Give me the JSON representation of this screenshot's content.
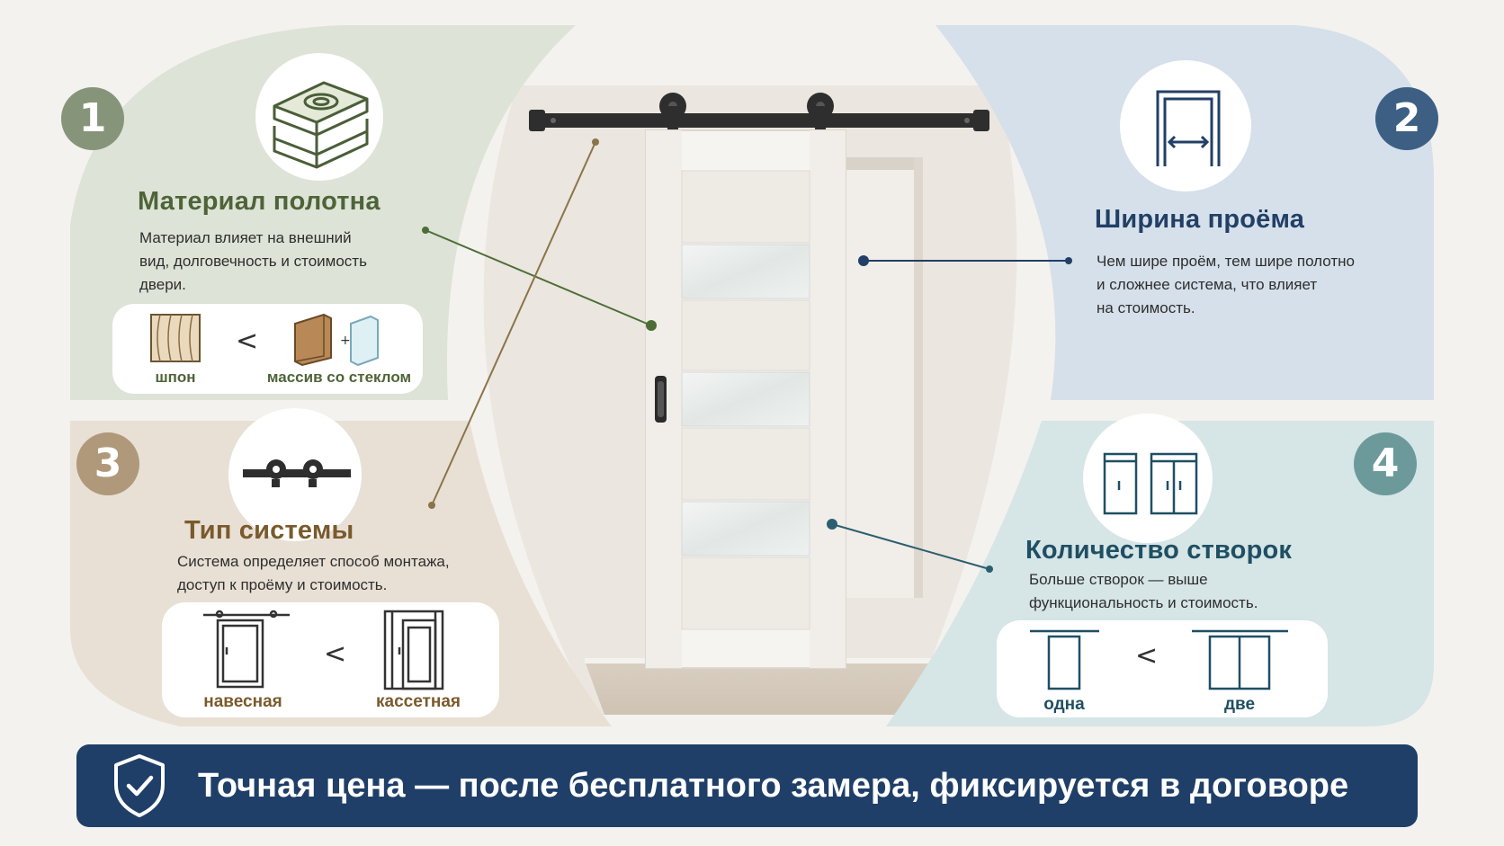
{
  "colors": {
    "background": "#f4f2ee",
    "panel_material": "#dde3d6",
    "panel_width": "#d5e0ea",
    "panel_system": "#e8e0d5",
    "panel_leaves": "#d6e5e6",
    "accent_material": "#5a6e45",
    "accent_width": "#223f66",
    "accent_system": "#7a5a2c",
    "accent_leaves": "#1f4f63",
    "banner": "#1f3f68"
  },
  "sections": {
    "material": {
      "number": "1",
      "title": "Материал полотна",
      "description": [
        "Материал влияет на внешний",
        "вид, долговечность и стоимость",
        "двери."
      ],
      "compare": {
        "left": "шпон",
        "sign": "<",
        "right": "массив со стеклом"
      },
      "icon": "wood-layers-icon"
    },
    "width": {
      "number": "2",
      "title": "Ширина проёма",
      "description": [
        "Чем шире проём, тем шире полотно",
        "и сложнее система, что влияет",
        "на стоимость."
      ],
      "icon": "door-opening-width-icon"
    },
    "system": {
      "number": "3",
      "title": "Тип системы",
      "description": [
        "Система определяет способ монтажа,",
        "доступ к проёму и стоимость."
      ],
      "compare": {
        "left": "навесная",
        "sign": "<",
        "right": "кассетная"
      },
      "icon": "sliding-rail-icon"
    },
    "leaves": {
      "number": "4",
      "title": "Количество створок",
      "description": [
        "Больше створок — выше",
        "функциональность и стоимость."
      ],
      "compare": {
        "left": "одна",
        "sign": "<",
        "right": "две"
      },
      "icon": "wardrobe-doors-icon"
    }
  },
  "banner": {
    "text": "Точная цена — после бесплатного замера, фиксируется в договоре",
    "icon": "shield-check-icon"
  }
}
